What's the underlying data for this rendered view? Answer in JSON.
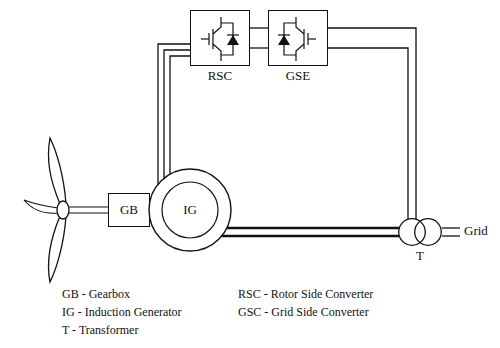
{
  "diagram": {
    "nodes": [
      {
        "text": [
          "RSC"
        ]
      },
      {
        "text": [
          "GSE"
        ]
      },
      {
        "text": [
          "GB"
        ]
      },
      {
        "text": [
          "IG"
        ]
      },
      {
        "text": [
          "T"
        ]
      }
    ],
    "edges": [
      {
        "from": 2,
        "to": 3,
        "arrow": "none"
      },
      {
        "from": 3,
        "to": 0,
        "arrow": "none"
      },
      {
        "from": 0,
        "to": 1,
        "arrow": "none"
      },
      {
        "from": 1,
        "to": 4,
        "arrow": "none"
      },
      {
        "from": 3,
        "to": 4,
        "arrow": "none"
      }
    ],
    "labels": [
      "Grid",
      "GB - Gearbox",
      "IG - Induction Generator",
      "T - Transformer",
      "RSC - Rotor Side Converter",
      "GSC - Grid Side Converter"
    ]
  }
}
